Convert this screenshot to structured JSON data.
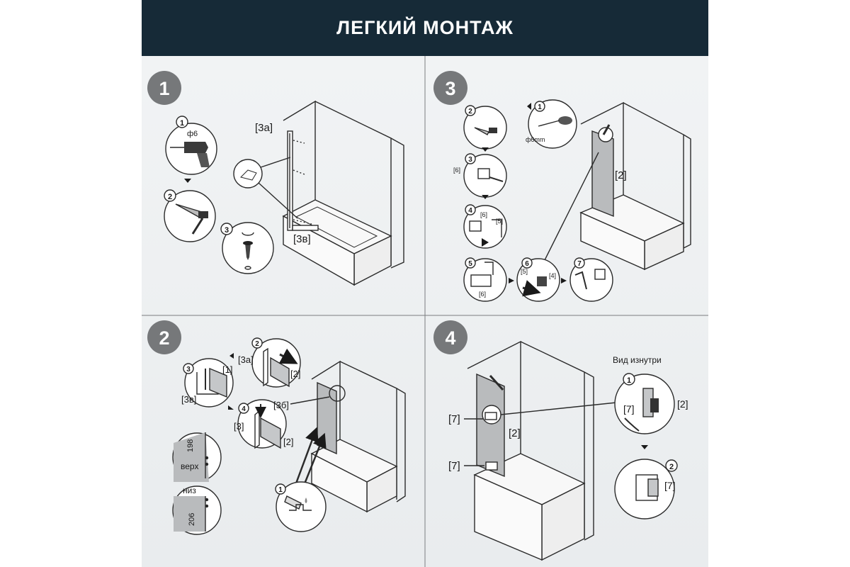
{
  "header": {
    "title": "ЛЕГКИЙ МОНТАЖ"
  },
  "steps": [
    {
      "number": "1"
    },
    {
      "number": "2"
    },
    {
      "number": "3"
    },
    {
      "number": "4"
    }
  ],
  "panel1": {
    "sub1": "1",
    "sub2": "2",
    "sub3": "3",
    "drill_size": "ф6",
    "label_3a": "[3a]",
    "label_3v": "[3в]"
  },
  "panel2": {
    "sub1": "1",
    "sub2": "2",
    "sub3": "3",
    "sub4": "4",
    "label_3a": "[3a]",
    "label_2a": "[2]",
    "label_1": "[1]",
    "label_3v": "[3в]",
    "label_3b": "[3б]",
    "label_3": "[3]",
    "label_2b": "[2]",
    "dim_top": "198",
    "top_word": "верх",
    "bottom_word": "низ",
    "dim_bottom": "206"
  },
  "panel3": {
    "sub1": "1",
    "sub2": "2",
    "sub3": "3",
    "sub4": "4",
    "sub5": "5",
    "sub6": "6",
    "sub7": "7",
    "drill_size": "ф6mm",
    "label_6a": "[6]",
    "label_6b": "[6]",
    "label_5a": "[5]",
    "label_6c": "[6]",
    "label_5b": "[5]",
    "label_4": "[4]",
    "label_2": "[2]"
  },
  "panel4": {
    "inside_view": "Вид изнутри",
    "sub1": "1",
    "sub2": "2",
    "label_7a": "[7]",
    "label_7b": "[7]",
    "label_2a": "[2]",
    "label_7c": "[7]",
    "label_2b": "[2]",
    "label_7d": "[7]"
  },
  "colors": {
    "header_bg": "#162a37",
    "step_badge": "#76787a",
    "line": "#2b2b2b"
  }
}
